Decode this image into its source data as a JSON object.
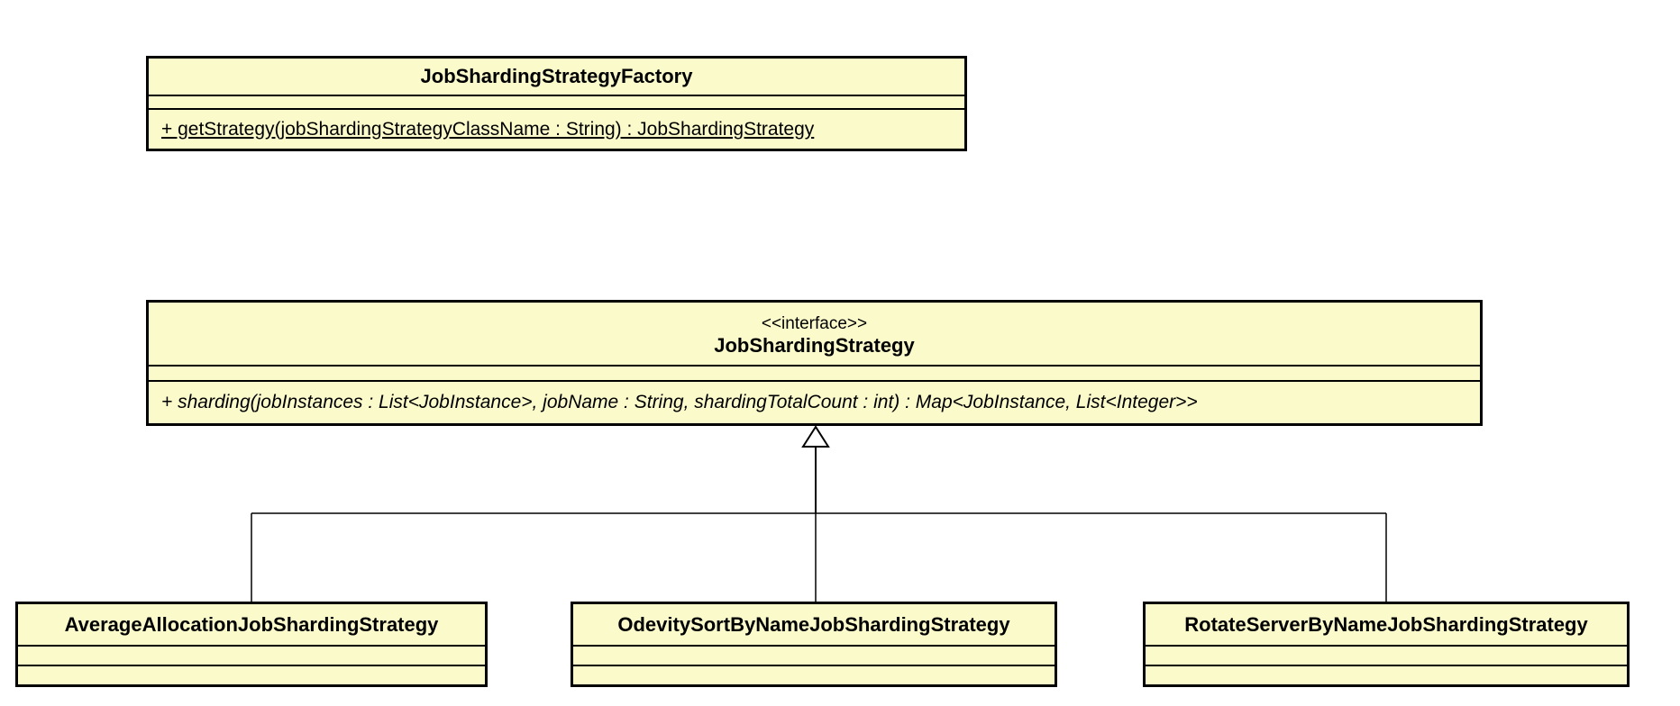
{
  "diagram": {
    "type": "uml-class-diagram",
    "colors": {
      "node_fill": "#FBFACB",
      "node_border": "#000000",
      "background": "#FFFFFF",
      "line": "#000000"
    },
    "factory": {
      "name": "JobShardingStrategyFactory",
      "attributes_empty": "",
      "method": "+ getStrategy(jobShardingStrategyClassName : String) : JobShardingStrategy",
      "method_modifier": "static-underlined"
    },
    "interface": {
      "stereotype": "<<interface>>",
      "name": "JobShardingStrategy",
      "attributes_empty": "",
      "method": "+ sharding(jobInstances : List<JobInstance>, jobName : String, shardingTotalCount : int) : Map<JobInstance, List<Integer>>",
      "method_modifier": "abstract-italic"
    },
    "implementations": [
      {
        "name": "AverageAllocationJobShardingStrategy"
      },
      {
        "name": "OdevitySortByNameJobShardingStrategy"
      },
      {
        "name": "RotateServerByNameJobShardingStrategy"
      }
    ],
    "relationship": {
      "type": "generalization",
      "marker": "hollow-triangle",
      "parent": "JobShardingStrategy",
      "children": [
        "AverageAllocationJobShardingStrategy",
        "OdevitySortByNameJobShardingStrategy",
        "RotateServerByNameJobShardingStrategy"
      ]
    }
  }
}
